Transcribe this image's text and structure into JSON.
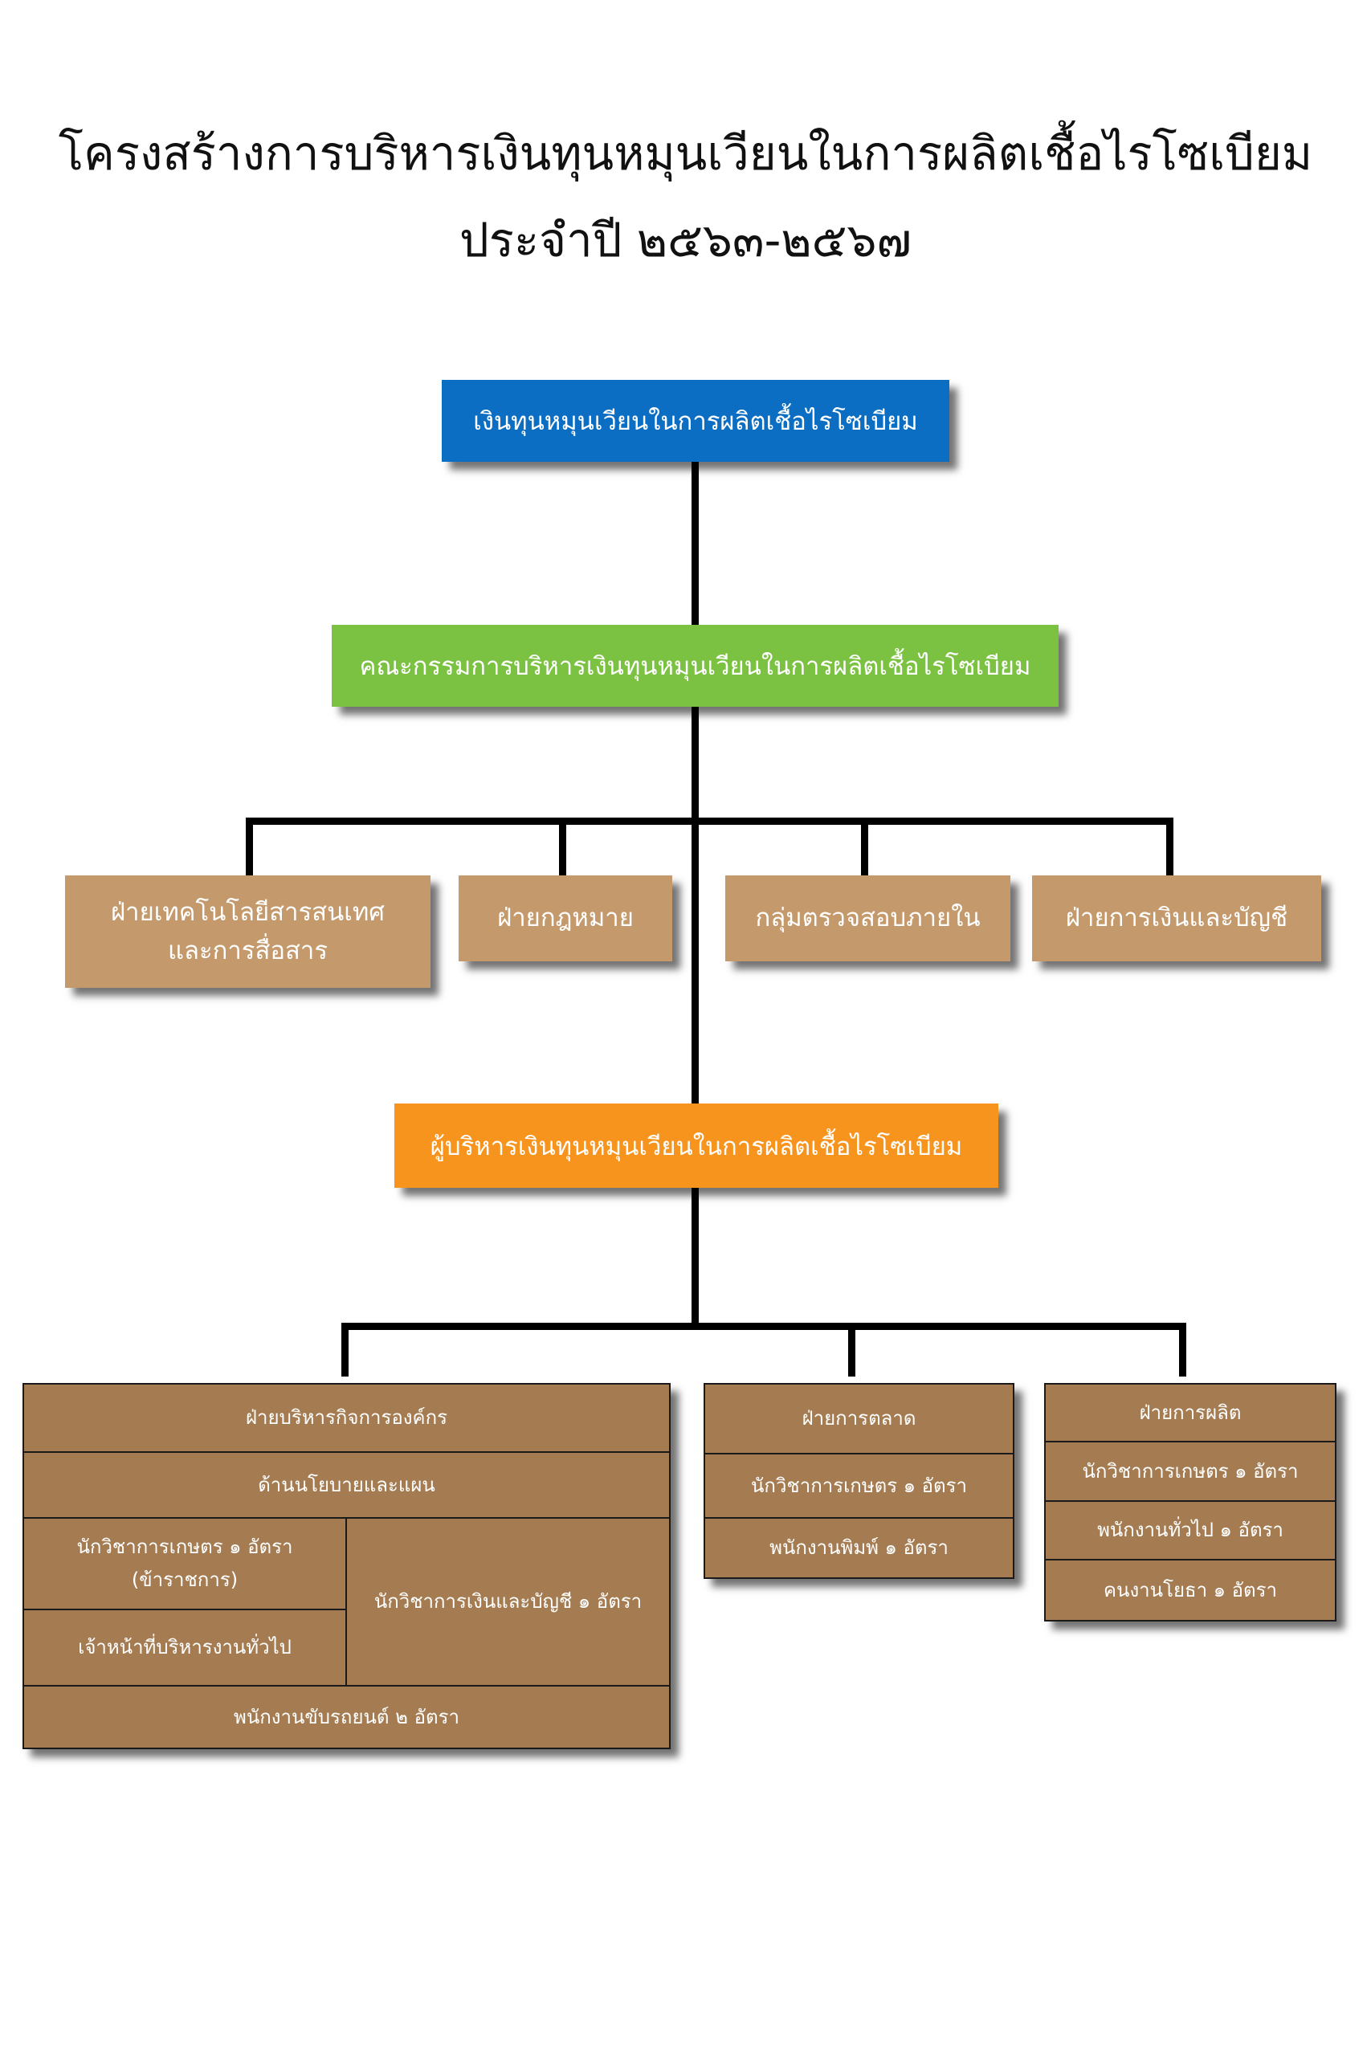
{
  "title": {
    "line1": "โครงสร้างการบริหารเงินทุนหมุนเวียนในการผลิตเชื้อไรโซเบียม",
    "line2": "ประจำปี ๒๕๖๓-๒๕๖๗"
  },
  "colors": {
    "top_box": "#0b6ec2",
    "committee_box": "#7cc242",
    "executive_box": "#f7941e",
    "support_units": "#c49a6c",
    "departments": "#a57c52",
    "connector": "#000000"
  },
  "org": {
    "top": "เงินทุนหมุนเวียนในการผลิตเชื้อไรโซเบียม",
    "committee": "คณะกรรมการบริหารเงินทุนหมุนเวียนในการผลิตเชื้อไรโซเบียม",
    "support_units": [
      {
        "line1": "ฝ่ายเทคโนโลยีสารสนเทศ",
        "line2": "และการสื่อสาร"
      },
      {
        "line1": "ฝ่ายกฎหมาย"
      },
      {
        "line1": "กลุ่มตรวจสอบภายใน"
      },
      {
        "line1": "ฝ่ายการเงินและบัญชี"
      }
    ],
    "executive": "ผู้บริหารเงินทุนหมุนเวียนในการผลิตเชื้อไรโซเบียม",
    "departments": {
      "admin": {
        "title": "ฝ่ายบริหารกิจการองค์กร",
        "policy": "ด้านนโยบายและแผน",
        "agri_officer_line1": "นักวิชาการเกษตร ๑ อัตรา",
        "agri_officer_line2": "(ข้าราชการ)",
        "general_admin": "เจ้าหน้าที่บริหารงานทั่วไป",
        "finance_officer": "นักวิชาการเงินและบัญชี ๑ อัตรา",
        "driver": "พนักงานขับรถยนต์ ๒ อัตรา"
      },
      "marketing": {
        "title": "ฝ่ายการตลาด",
        "positions": [
          "นักวิชาการเกษตร ๑ อัตรา",
          "พนักงานพิมพ์ ๑ อัตรา"
        ]
      },
      "production": {
        "title": "ฝ่ายการผลิต",
        "positions": [
          "นักวิชาการเกษตร ๑ อัตรา",
          "พนักงานทั่วไป ๑ อัตรา",
          "คนงานโยธา ๑ อัตรา"
        ]
      }
    }
  }
}
